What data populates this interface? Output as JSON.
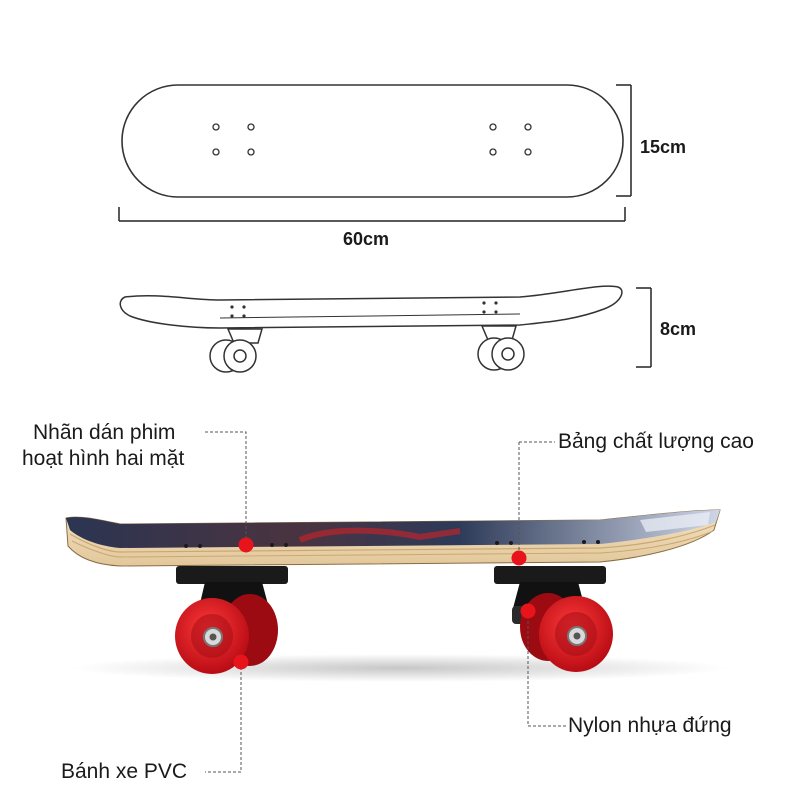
{
  "dimensions": {
    "length": "60cm",
    "width": "15cm",
    "height": "8cm"
  },
  "callouts": {
    "sticker_line1": "Nhãn dán phim",
    "sticker_line2": "hoạt hình hai mặt",
    "board": "Bảng chất lượng cao",
    "wheel": "Bánh xe PVC",
    "truck": "Nylon nhựa đứng"
  },
  "colors": {
    "outline": "#333333",
    "dimension_line": "#222222",
    "callout_dot": "#e8141c",
    "wheel": "#d8141f",
    "deck_graphic": "#27304a"
  }
}
